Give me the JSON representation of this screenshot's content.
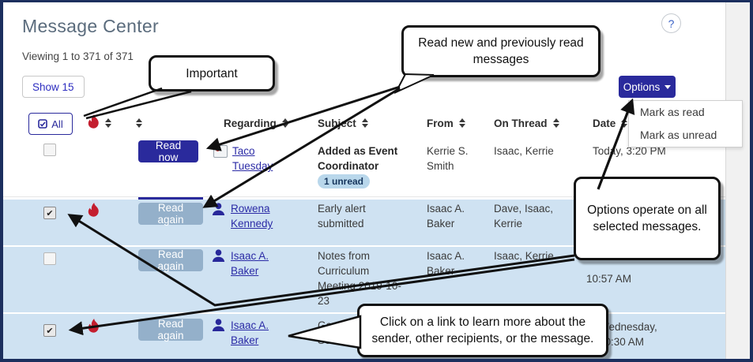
{
  "app": {
    "title": "Message Center",
    "viewing": "Viewing 1 to 371 of 371",
    "show_button": "Show 15",
    "options_button": "Options",
    "help_label": "?"
  },
  "menu": {
    "items": [
      "Mark as read",
      "Mark as unread"
    ]
  },
  "table": {
    "select_all_label": "All",
    "headers": {
      "regarding": "Regarding",
      "subject": "Subject",
      "from": "From",
      "on_thread": "On Thread",
      "date": "Date"
    },
    "rows": [
      {
        "checked": false,
        "important": false,
        "read_btn": "Read now",
        "regarding_lines": [
          "Taco",
          "Tuesday"
        ],
        "subject_lines": [
          "Added as Event",
          "Coordinator"
        ],
        "badge": "1 unread",
        "from_lines": [
          "Kerrie S.",
          "Smith"
        ],
        "thread_lines": [
          "Isaac, Kerrie"
        ],
        "date_lines": [
          "Today, 3:20 PM"
        ]
      },
      {
        "checked": true,
        "important": true,
        "read_btn": "Read again",
        "regarding_lines": [
          "Rowena",
          "Kennedy"
        ],
        "subject_lines": [
          "Early alert",
          "submitted"
        ],
        "from_lines": [
          "Isaac A.",
          "Baker"
        ],
        "thread_lines": [
          "Dave, Isaac,",
          "Kerrie"
        ],
        "date_lines": []
      },
      {
        "checked": false,
        "important": false,
        "read_btn": "Read again",
        "regarding_lines": [
          "Isaac A.",
          "Baker"
        ],
        "subject_lines": [
          "Notes from",
          "Curriculum",
          "Meeting 2019-10-",
          "23"
        ],
        "from_lines": [
          "Isaac A.",
          "Baker"
        ],
        "thread_lines": [
          "Isaac, Kerrie"
        ],
        "date_lines": [
          "10:57 AM"
        ]
      },
      {
        "checked": true,
        "important": true,
        "read_btn": "Read again",
        "regarding_lines": [
          "Isaac A.",
          "Baker"
        ],
        "subject_lines": [
          "Good",
          "Seminar"
        ],
        "from_lines": [],
        "thread_lines": [],
        "date_lines": [
          "Wednesday,",
          "10:30 AM"
        ]
      }
    ]
  },
  "callouts": {
    "important": "Important",
    "read_messages": "Read new and previously read messages",
    "options": "Options operate on all selected messages.",
    "link": "Click on a link to learn more about the sender, other recipients, or the message."
  },
  "icons": [
    "flame-icon",
    "sort-icon",
    "person-icon",
    "event-icon",
    "check-all-icon",
    "caret-down-icon",
    "help-icon",
    "checkbox"
  ],
  "colors": {
    "accent": "#2a2a9c",
    "read_again_button": "#94b0ca",
    "row_highlight": "#cfe2f2",
    "flame": "#c41e2f",
    "link": "#2b2ba6",
    "badge_bg": "#b9d7eb",
    "frame_border": "#1c2f5e"
  }
}
